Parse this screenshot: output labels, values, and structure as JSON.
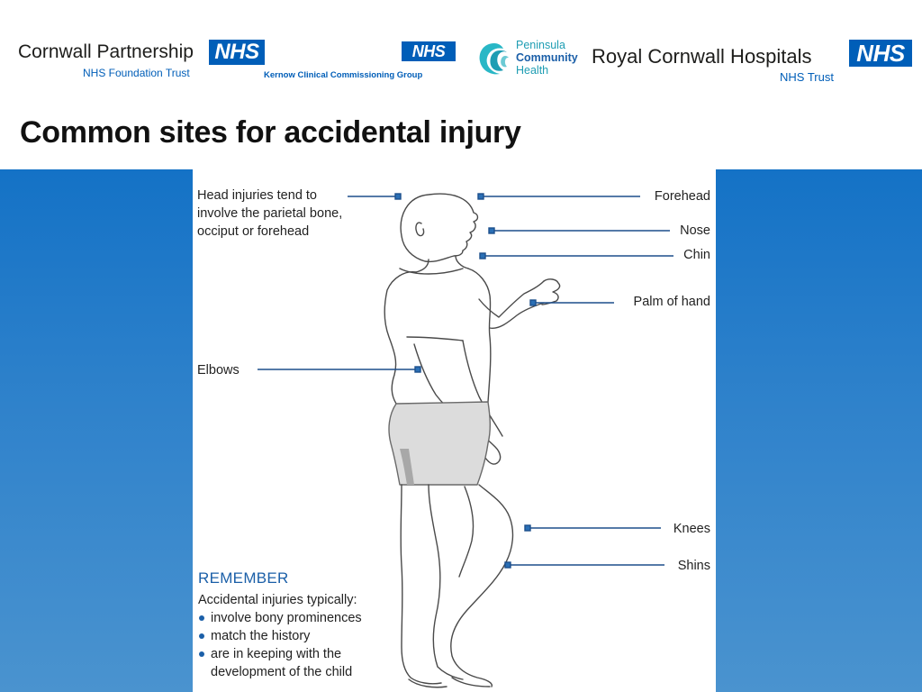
{
  "logos": {
    "cornwall": {
      "name": "Cornwall Partnership",
      "sub": "NHS Foundation Trust",
      "badge": "NHS"
    },
    "kernow": {
      "badge": "NHS",
      "sub": "Kernow Clinical Commissioning Group"
    },
    "peninsula": {
      "line1": "Peninsula",
      "line2": "Community",
      "line3": "Health"
    },
    "royal": {
      "name": "Royal Cornwall Hospitals",
      "sub": "NHS Trust",
      "badge": "NHS"
    }
  },
  "title": "Common sites for accidental injury",
  "labels": {
    "head": [
      "Head injuries tend to",
      "involve the parietal bone,",
      "occiput or forehead"
    ],
    "forehead": "Forehead",
    "nose": "Nose",
    "chin": "Chin",
    "palm": "Palm of hand",
    "elbows": "Elbows",
    "knees": "Knees",
    "shins": "Shins"
  },
  "remember": {
    "heading": "REMEMBER",
    "intro": "Accidental injuries typically:",
    "items": [
      "involve bony prominences",
      "match the history",
      "are in keeping with the",
      "development of the child"
    ]
  },
  "colors": {
    "nhs_blue": "#005eb8",
    "leader_line": "#1d4f8c",
    "background_top": "#1472c6",
    "background_bottom": "#4a93cf"
  }
}
